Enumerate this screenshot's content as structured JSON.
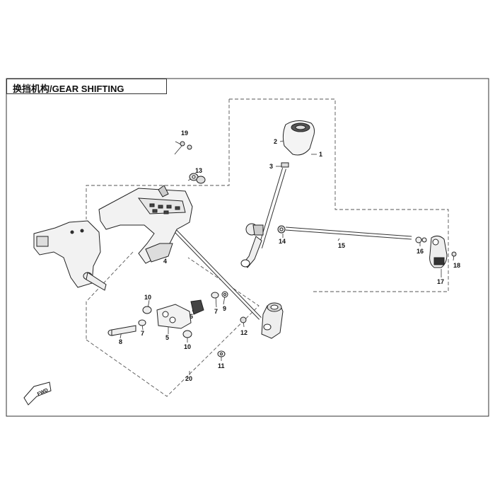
{
  "title": "换挡机构/GEAR SHIFTING",
  "fwd_label": "FWD",
  "callouts": [
    "1",
    "2",
    "3",
    "4",
    "5",
    "6",
    "7",
    "7",
    "8",
    "9",
    "10",
    "10",
    "11",
    "12",
    "13",
    "14",
    "15",
    "16",
    "17",
    "18",
    "19",
    "20"
  ]
}
